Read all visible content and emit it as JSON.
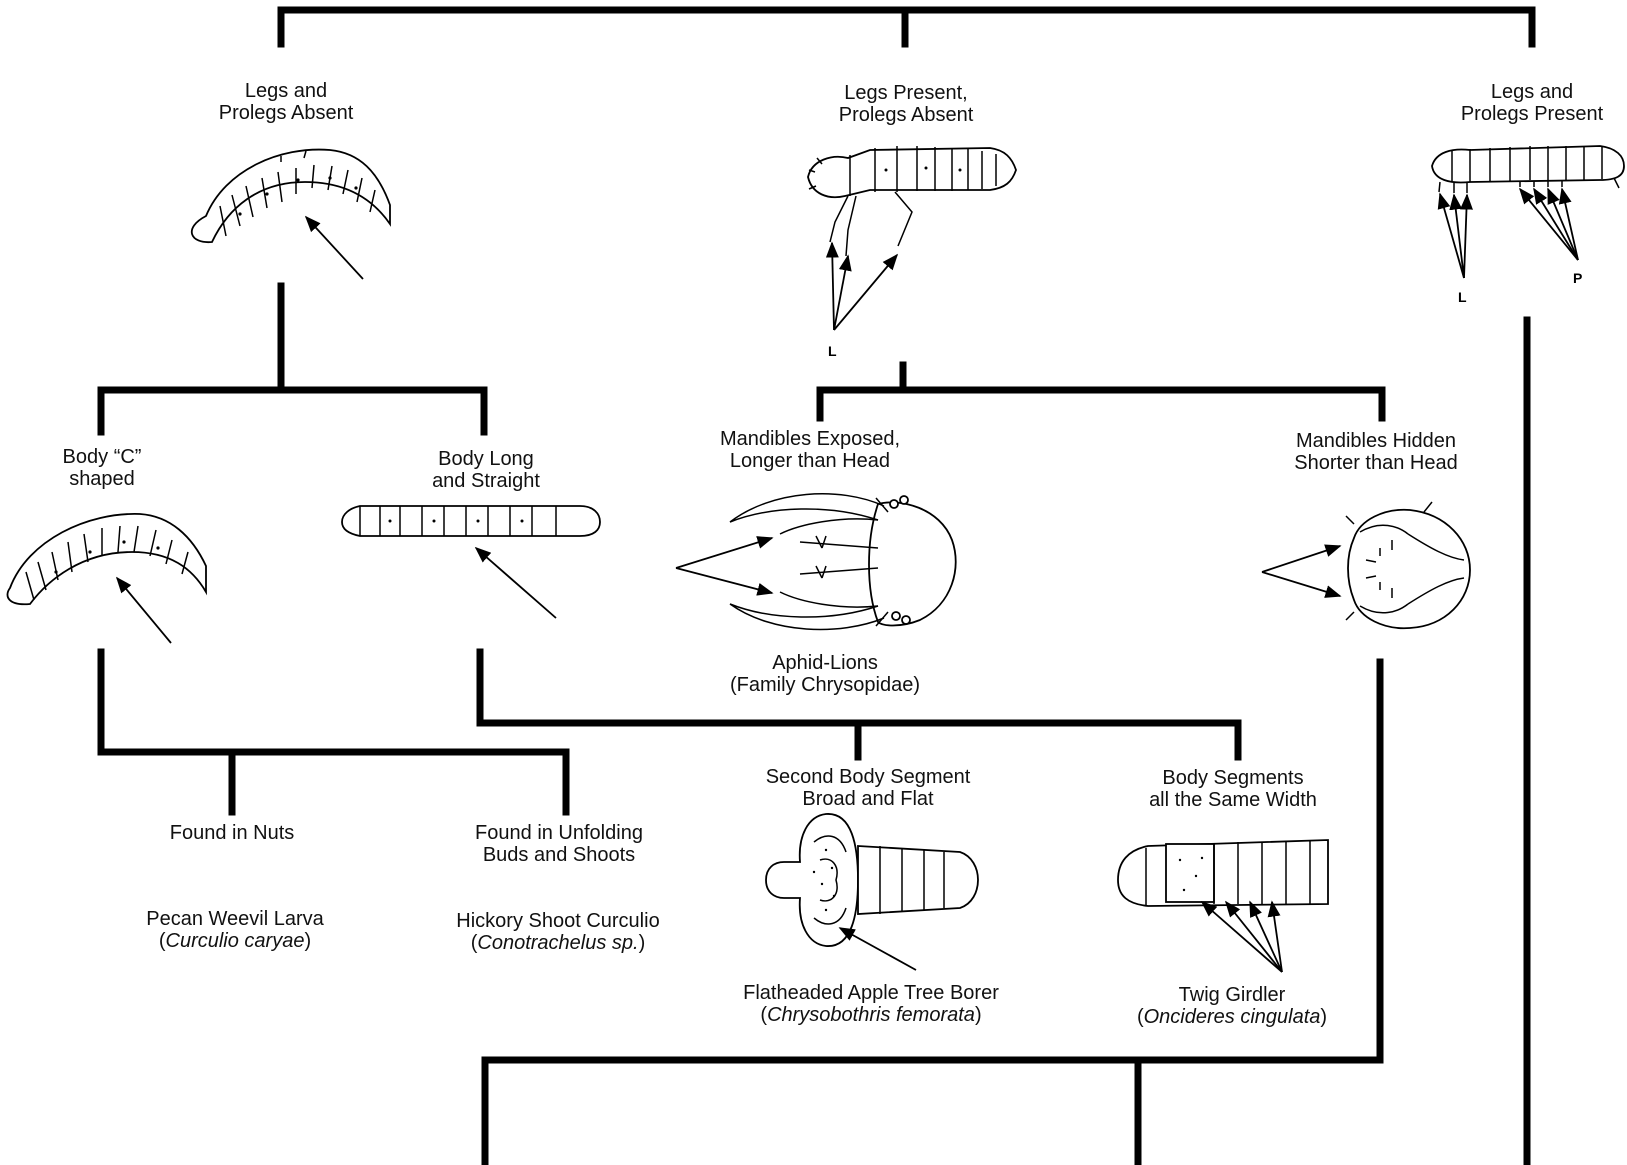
{
  "nodes": {
    "legs_prolegs_absent": [
      "Legs and",
      "Prolegs Absent"
    ],
    "legs_present_prolegs_absent": [
      "Legs Present,",
      "Prolegs Absent"
    ],
    "legs_prolegs_present": [
      "Legs and",
      "Prolegs Present"
    ],
    "body_c_shaped": [
      "Body “C”",
      "shaped"
    ],
    "body_long_straight": [
      "Body Long",
      "and Straight"
    ],
    "mandibles_exposed": [
      "Mandibles Exposed,",
      "Longer than Head"
    ],
    "mandibles_hidden": [
      "Mandibles Hidden",
      "Shorter than Head"
    ],
    "found_in_nuts": [
      "Found in Nuts"
    ],
    "found_in_buds": [
      "Found in Unfolding",
      "Buds and Shoots"
    ],
    "second_segment_broad": [
      "Second Body Segment",
      "Broad and Flat"
    ],
    "segments_same_width": [
      "Body Segments",
      "all the Same Width"
    ]
  },
  "results": {
    "aphid_lions": {
      "name": "Aphid-Lions",
      "detail": "(Family Chrysopidae)"
    },
    "pecan_weevil": {
      "name": "Pecan Weevil Larva",
      "pre": "(",
      "sci": "Curculio caryae",
      "post": ")"
    },
    "hickory_shoot": {
      "name": "Hickory Shoot Curculio",
      "pre": "(",
      "sci": "Conotrachelus sp.",
      "post": ")"
    },
    "flatheaded_borer": {
      "name": "Flatheaded Apple Tree Borer",
      "pre": "(",
      "sci": "Chrysobothris femorata",
      "post": ")"
    },
    "twig_girdler": {
      "name": "Twig Girdler",
      "pre": "(",
      "sci": "Oncideres cingulata",
      "post": ")"
    }
  },
  "pointer_letters": {
    "legs": "L",
    "prolegs": "P"
  },
  "icons": [
    "grub-larva-icon",
    "legged-larva-icon",
    "caterpillar-icon",
    "c-shaped-grub-icon",
    "straight-larva-icon",
    "aphid-lion-head-icon",
    "hidden-mandibles-head-icon",
    "flatheaded-borer-icon",
    "twig-girdler-larva-icon"
  ],
  "colors": {
    "ink": "#000000",
    "paper": "#ffffff"
  }
}
